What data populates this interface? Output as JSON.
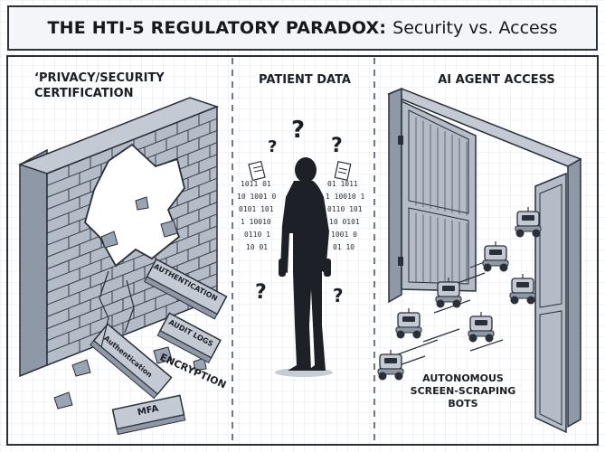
{
  "title": {
    "main": "THE HTI-5 REGULATORY PARADOX:",
    "sub": "Security vs. Access"
  },
  "panels": {
    "left": {
      "label": "‘PRIVACY/SECURITY CERTIFICATION",
      "slabs": [
        "AUTHENTICATION",
        "AUDIT LOGS",
        "Authentication",
        "ENCRYPTION",
        "MFA"
      ]
    },
    "middle": {
      "label": "PATIENT DATA"
    },
    "right": {
      "label": "AI AGENT ACCESS",
      "caption": "AUTONOMOUS SCREEN-SCRAPING BOTS"
    }
  },
  "icons": [
    "brick-wall-icon",
    "person-silhouette-icon",
    "question-mark-icon",
    "binary-data-icon",
    "open-gate-icon",
    "robot-icon"
  ],
  "colors": {
    "ink": "#1b1e24",
    "grid": "#dfe4ea",
    "brick": "#aab3c0",
    "steel": "#8f99a8"
  }
}
